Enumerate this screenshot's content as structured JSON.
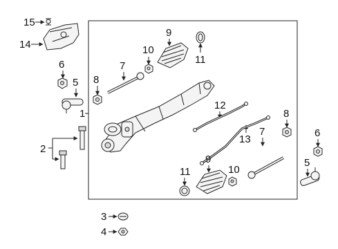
{
  "diagram": {
    "callouts": {
      "c1": "1",
      "c2": "2",
      "c3": "3",
      "c4": "4",
      "c5a": "5",
      "c5b": "5",
      "c6a": "6",
      "c6b": "6",
      "c7a": "7",
      "c7b": "7",
      "c8a": "8",
      "c8b": "8",
      "c9a": "9",
      "c9b": "9",
      "c10a": "10",
      "c10b": "10",
      "c11a": "11",
      "c11b": "11",
      "c12": "12",
      "c13": "13",
      "c14": "14",
      "c15": "15"
    },
    "colors": {
      "stroke": "#222222",
      "fill": "#f4f4f4",
      "shade": "#d9d9d9"
    }
  }
}
